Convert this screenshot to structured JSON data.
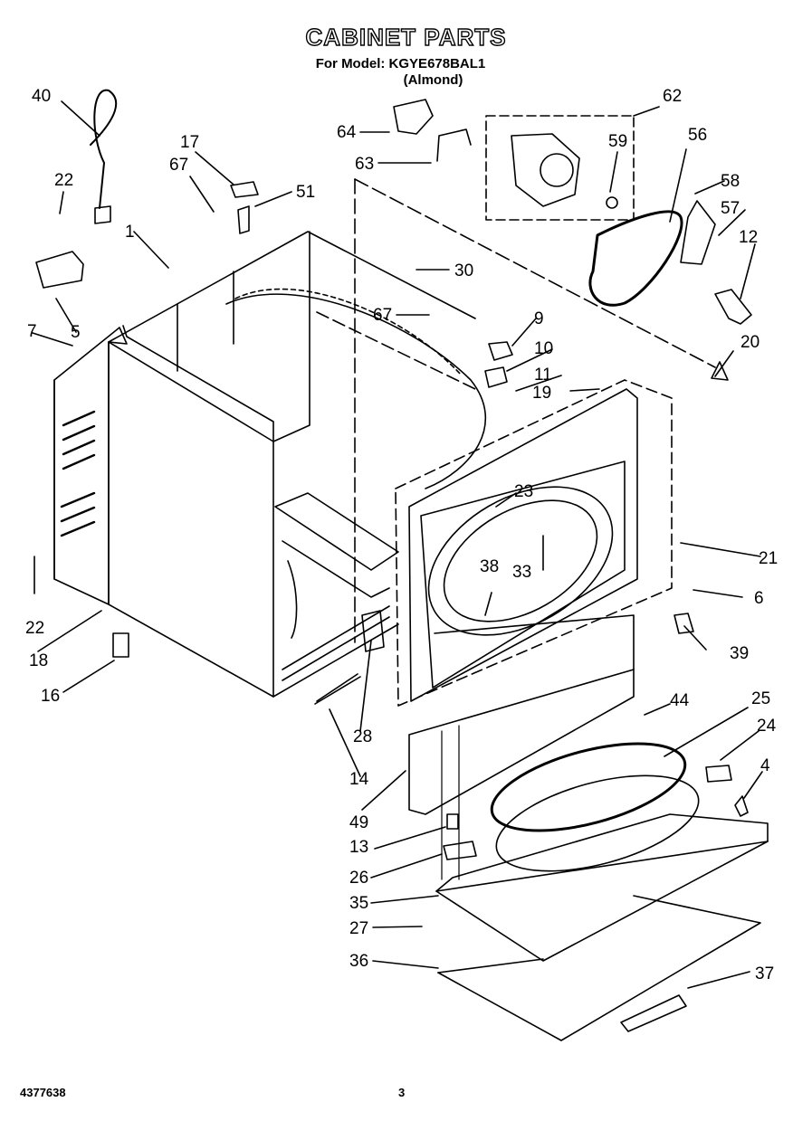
{
  "title": "CABINET PARTS",
  "model_line": "For Model: KGYE678BAL1",
  "color_line": "(Almond)",
  "footer": {
    "doc_number": "4377638",
    "page_number": "3"
  },
  "callouts": [
    "40",
    "17",
    "67",
    "51",
    "22",
    "1",
    "7",
    "5",
    "64",
    "63",
    "62",
    "59",
    "56",
    "58",
    "57",
    "12",
    "30",
    "67",
    "9",
    "10",
    "11",
    "20",
    "19",
    "23",
    "33",
    "38",
    "21",
    "6",
    "39",
    "22",
    "18",
    "16",
    "28",
    "14",
    "44",
    "25",
    "24",
    "4",
    "49",
    "13",
    "26",
    "35",
    "27",
    "36",
    "37"
  ]
}
